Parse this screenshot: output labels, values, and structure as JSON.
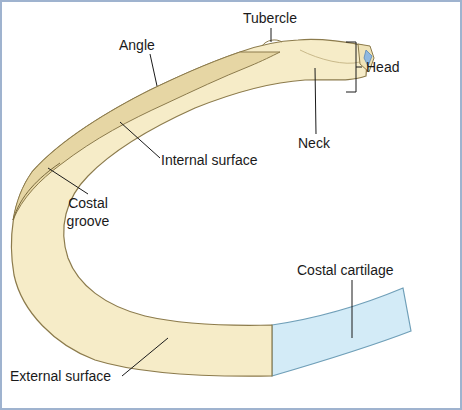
{
  "diagram": {
    "labels": [
      "Tubercle",
      "Angle",
      "Head",
      "Neck",
      "Internal surface",
      "Costal groove",
      "Costal cartilage",
      "External surface"
    ]
  }
}
